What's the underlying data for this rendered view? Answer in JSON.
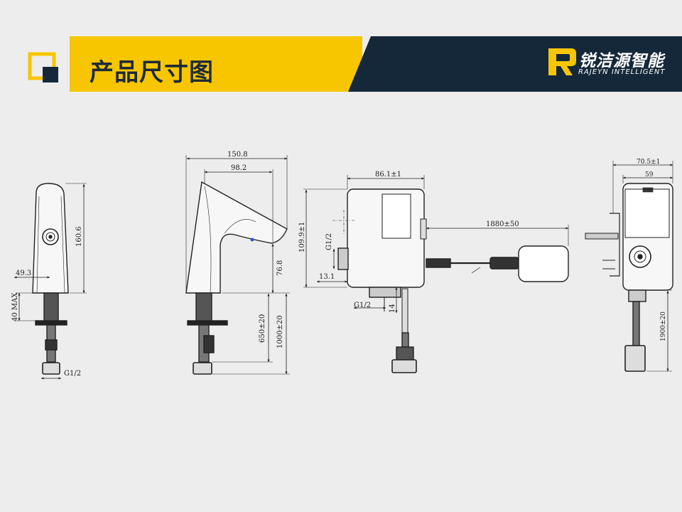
{
  "header": {
    "title": "产品尺寸图",
    "brand_cn": "锐洁源智能",
    "brand_en": "RAJEYN INTELLIGENT",
    "colors": {
      "accent": "#f7c600",
      "dark": "#15283a",
      "background": "#ededed"
    },
    "logo_icon": "r-letter-logo-icon"
  },
  "views": {
    "front": {
      "height": "160.6",
      "body_offset": "49.3",
      "mount_max": "40 MAX",
      "thread": "G1/2"
    },
    "side": {
      "length": "150.8",
      "spout": "98.2",
      "spout_height": "76.8",
      "hose_short": "650±20",
      "hose_long": "1000±20"
    },
    "box_front": {
      "width": "86.1±1",
      "height": "109.9±1",
      "inlet_thread": "G1/2",
      "inlet_offset": "13.1",
      "outlet_thread": "G1/2",
      "outlet_gap": "14",
      "cable": "1880±50"
    },
    "box_side": {
      "depth": "70.5±1",
      "inner": "59",
      "hose": "1900±20"
    }
  }
}
